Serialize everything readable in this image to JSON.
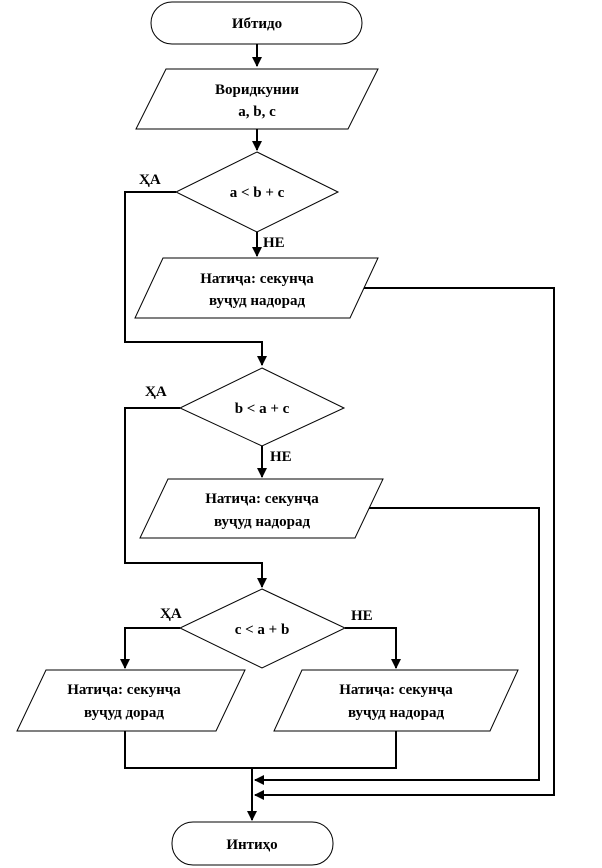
{
  "flowchart": {
    "start": "Ибтидо",
    "input": {
      "line1": "Воридкунии",
      "line2": "a, b, c"
    },
    "decision1": {
      "text": "a < b + c",
      "yes": "ҲА",
      "no": "НЕ"
    },
    "output1": {
      "line1": "Натиҷа: секунҷа",
      "line2": "вуҷуд надорад"
    },
    "decision2": {
      "text": "b < a + c",
      "yes": "ҲА",
      "no": "НЕ"
    },
    "output2": {
      "line1": "Натиҷа: секунҷа",
      "line2": "вуҷуд надорад"
    },
    "decision3": {
      "text": "c < a + b",
      "yes": "ҲА",
      "no": "НЕ"
    },
    "output_yes": {
      "line1": "Натиҷа: секунҷа",
      "line2": "вуҷуд дорад"
    },
    "output_no": {
      "line1": "Натиҷа: секунҷа",
      "line2": "вуҷуд надорад"
    },
    "end": "Интиҳо"
  }
}
